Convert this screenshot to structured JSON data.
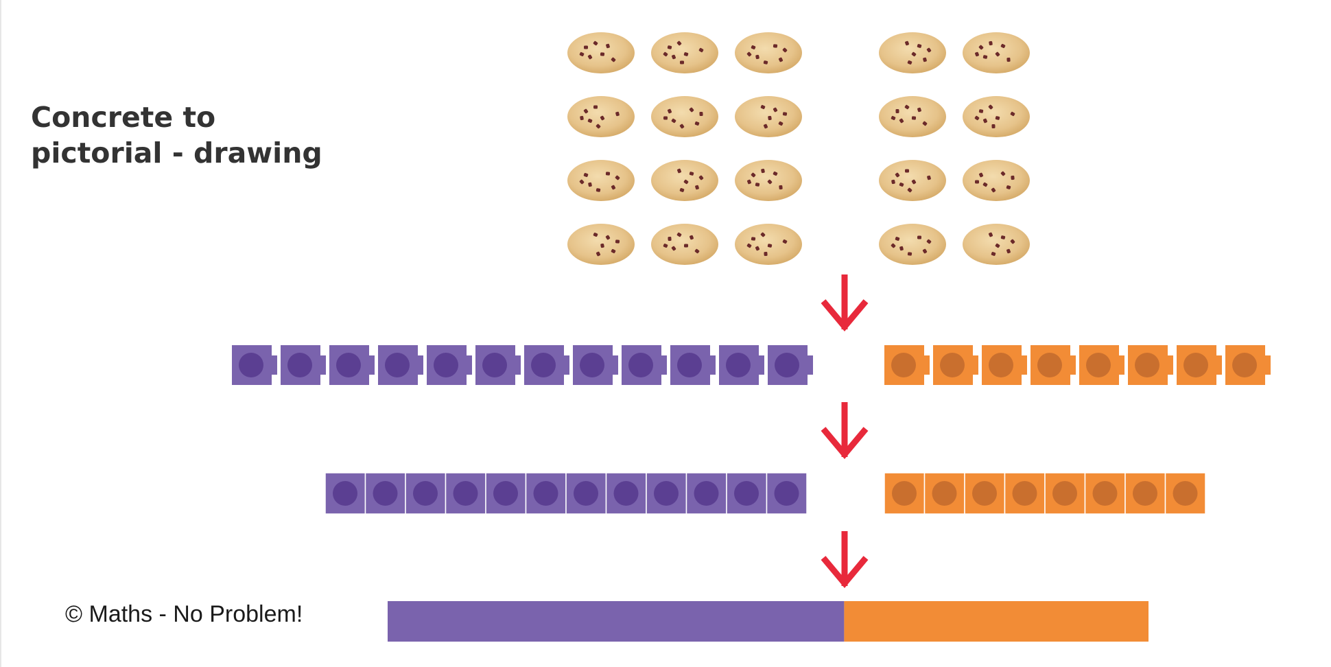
{
  "title": {
    "line1": "Concrete to",
    "line2": "pictorial - drawing"
  },
  "copyright": "© Maths - No Problem!",
  "groups": [
    {
      "name": "purple",
      "count": 12,
      "color": "#7a63ad",
      "dot_color": "#5b3f92"
    },
    {
      "name": "orange",
      "count": 8,
      "color": "#f28c36",
      "dot_color": "#c96f2e"
    }
  ],
  "cookies": {
    "left_columns": 3,
    "right_columns": 2,
    "rows": 4,
    "base_color": "#e8c893",
    "chip_color": "#6b2a2a"
  },
  "arrow_color": "#e8293b",
  "stages": [
    "cookies",
    "linking-cubes",
    "drawn-squares",
    "bar-model"
  ]
}
